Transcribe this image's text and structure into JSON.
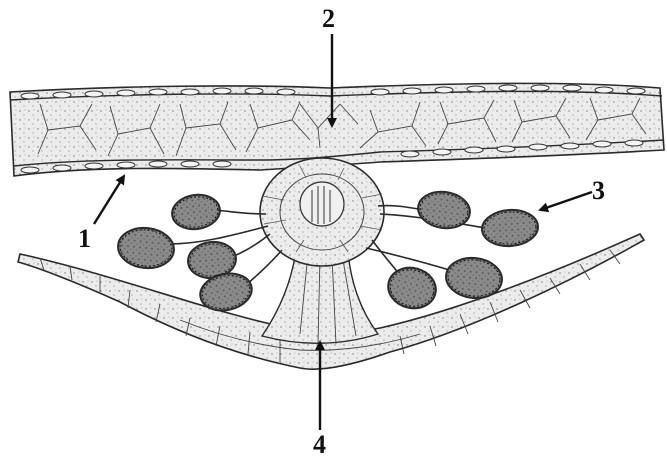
{
  "labels": {
    "one": "1",
    "two": "2",
    "three": "3",
    "four": "4"
  },
  "colors": {
    "ink": "#2a2a2a",
    "stipple_fill": "#e6e6e6",
    "sporangium_fill": "#7a7a7a",
    "background": "#ffffff"
  }
}
